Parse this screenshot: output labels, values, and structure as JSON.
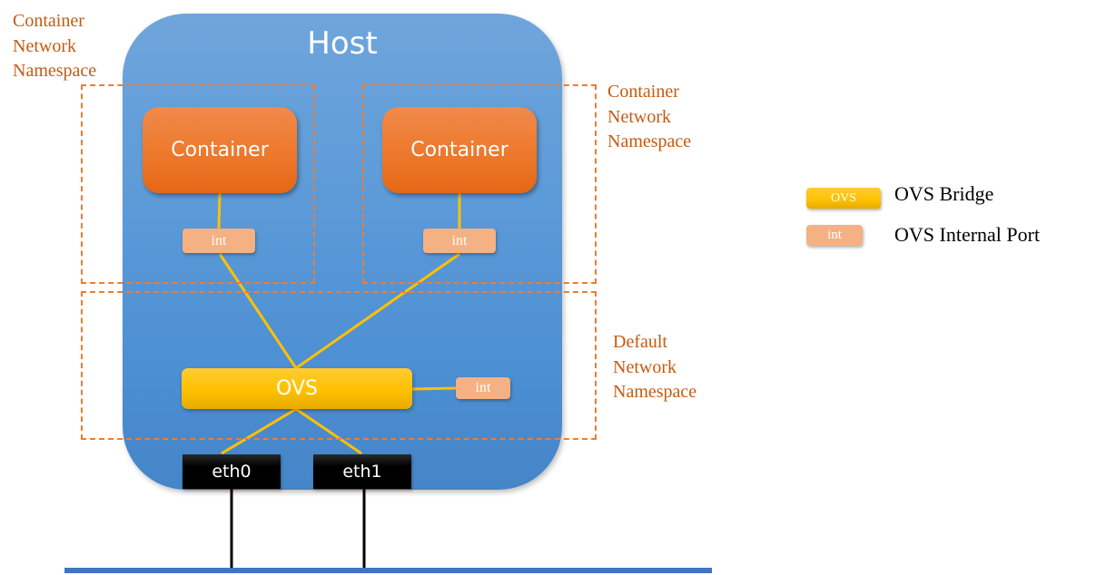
{
  "host": {
    "title": "Host"
  },
  "namespaces": {
    "container_left": {
      "label": "Container\nNetwork\nNamespace"
    },
    "container_right": {
      "label": "Container\nNetwork\nNamespace"
    },
    "default": {
      "label": "Default\nNetwork\nNamespace"
    }
  },
  "containers": [
    {
      "label": "Container",
      "port_label": "int"
    },
    {
      "label": "Container",
      "port_label": "int"
    }
  ],
  "ovs": {
    "label": "OVS",
    "internal_port_label": "int"
  },
  "nics": [
    {
      "label": "eth0"
    },
    {
      "label": "eth1"
    }
  ],
  "legend": [
    {
      "swatch": "OVS",
      "text": "OVS Bridge"
    },
    {
      "swatch": "int",
      "text": "OVS Internal Port"
    }
  ],
  "colors": {
    "link": "#ffc000",
    "namespace_border": "#ed7d31",
    "namespace_text": "#c55a11",
    "network": "#4472c4",
    "wire": "#000000"
  }
}
